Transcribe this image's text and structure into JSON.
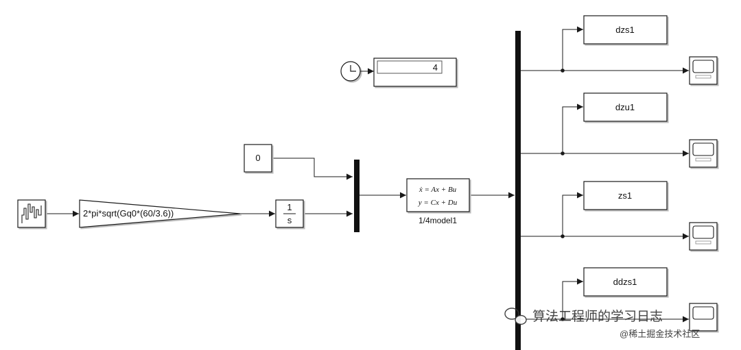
{
  "blocks": {
    "random_source": {
      "kind": "random-number"
    },
    "gain": {
      "label": "2*pi*sqrt(Gq0*(60/3.6))"
    },
    "constant": {
      "label": "0"
    },
    "integrator": {
      "numerator": "1",
      "denominator": "s"
    },
    "clock": {
      "kind": "clock"
    },
    "display": {
      "value": "4"
    },
    "state_space": {
      "line1": "ẋ = Ax + Bu",
      "line2": "y = Cx + Du",
      "name": "1/4model1"
    },
    "outputs": [
      {
        "label": "dzs1"
      },
      {
        "label": "dzu1"
      },
      {
        "label": "zs1"
      },
      {
        "label": "ddzs1"
      }
    ]
  },
  "watermark": {
    "title": "算法工程师的学习日志",
    "subtitle": "@稀土掘金技术社区"
  }
}
